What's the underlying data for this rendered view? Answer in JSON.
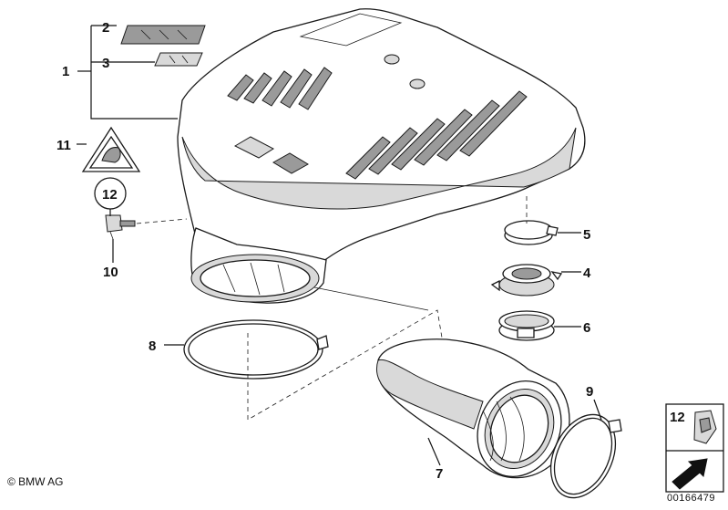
{
  "callouts": {
    "c1": "1",
    "c2": "2",
    "c3": "3",
    "c4": "4",
    "c5": "5",
    "c6": "6",
    "c7": "7",
    "c8": "8",
    "c9": "9",
    "c10": "10",
    "c11": "11",
    "c12": "12",
    "c12_inset": "12"
  },
  "footer": {
    "copyright": "© BMW AG",
    "document_number": "00166479"
  }
}
